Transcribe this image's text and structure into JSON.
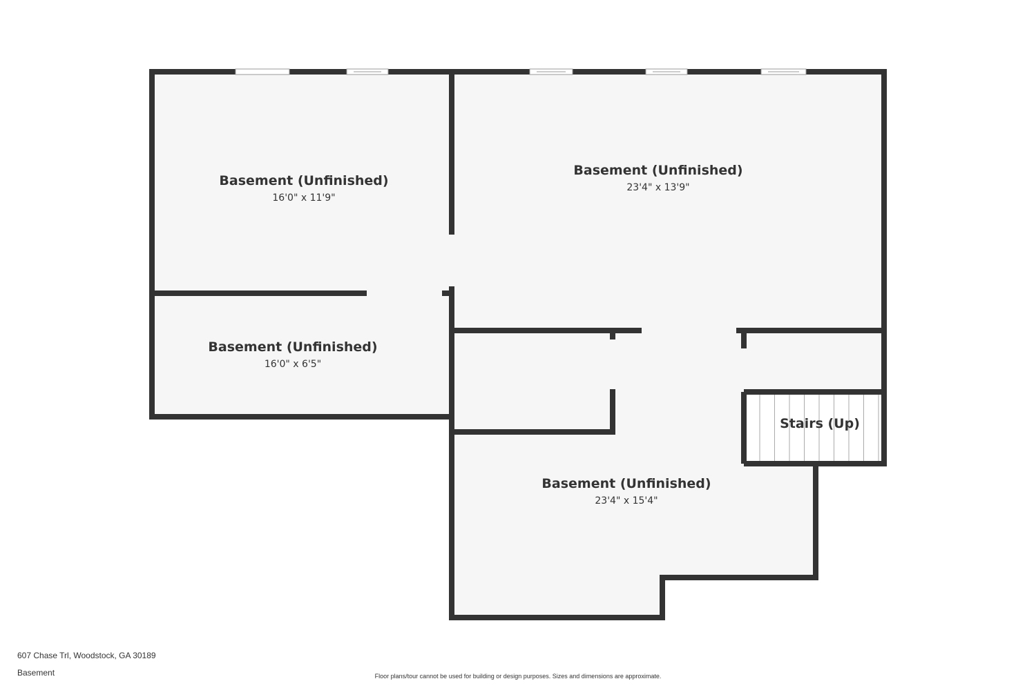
{
  "rooms": [
    {
      "name": "Basement (Unfinished)",
      "dims": "16'0\" x 11'9\""
    },
    {
      "name": "Basement (Unfinished)",
      "dims": "23'4\" x 13'9\""
    },
    {
      "name": "Basement (Unfinished)",
      "dims": "16'0\" x 6'5\""
    },
    {
      "name": "Basement (Unfinished)",
      "dims": "23'4\" x 15'4\""
    },
    {
      "name": "Stairs (Up)",
      "dims": ""
    }
  ],
  "footer": {
    "address": "607 Chase Trl, Woodstock, GA 30189",
    "floor": "Basement",
    "disclaimer": "Floor plans/tour cannot be used for building or design purposes. Sizes and dimensions are approximate."
  },
  "colors": {
    "wall": "#333333",
    "floor_fill": "#f6f6f6",
    "background": "#ffffff"
  }
}
